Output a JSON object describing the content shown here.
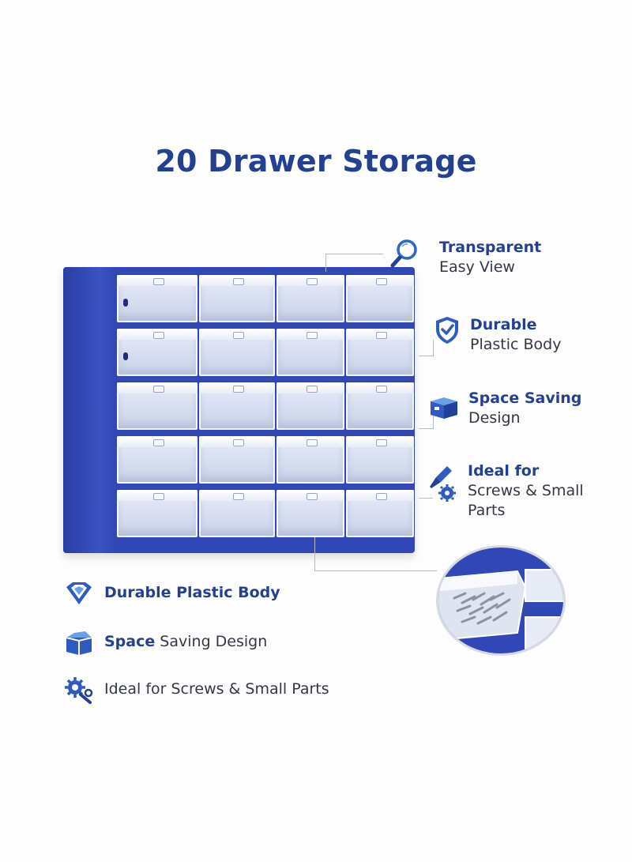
{
  "title": "20 Drawer Storage",
  "features": [
    {
      "icon": "magnifier-icon",
      "bold": "Transparent",
      "light": "Easy View"
    },
    {
      "icon": "shield-check-icon",
      "bold": "Durable",
      "light": "Plastic Body"
    },
    {
      "icon": "box-icon",
      "bold": "Space Saving",
      "light": "Design"
    },
    {
      "icon": "screwdriver-gear-icon",
      "bold": "Ideal for",
      "light_lines": [
        "Screws & Small",
        "Parts"
      ]
    }
  ],
  "bottom_list": [
    {
      "icon": "diamond-shield-icon",
      "bold": "Durable Plastic Body",
      "rest": ""
    },
    {
      "icon": "open-box-icon",
      "bold": "Space",
      "rest": " Saving Design"
    },
    {
      "icon": "gears-wrench-icon",
      "bold": "",
      "rest": "Ideal for Screws & Small Parts"
    }
  ],
  "colors": {
    "brand": "#25408f",
    "cabinet": "#3147b5",
    "text": "#333844"
  }
}
